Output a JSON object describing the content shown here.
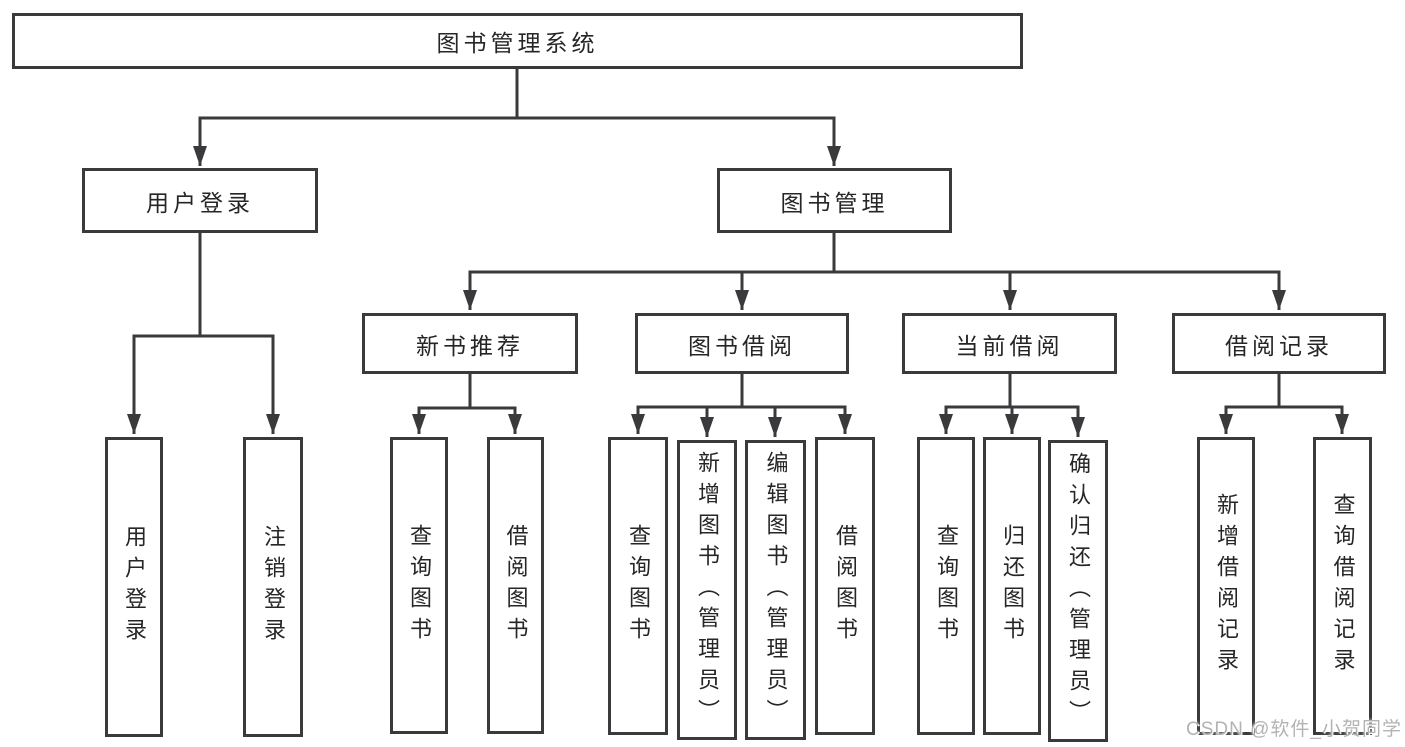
{
  "root_label": "图书管理系统",
  "branches": {
    "user": {
      "label": "用户登录",
      "leaves": [
        "用户登录",
        "注销登录"
      ]
    },
    "book": {
      "label": "图书管理",
      "sections": [
        {
          "label": "新书推荐",
          "leaves": [
            "查询图书",
            "借阅图书"
          ]
        },
        {
          "label": "图书借阅",
          "leaves": [
            "查询图书",
            "新增图书（管理员）",
            "编辑图书（管理员）",
            "借阅图书"
          ]
        },
        {
          "label": "当前借阅",
          "leaves": [
            "查询图书",
            "归还图书",
            "确认归还（管理员）"
          ]
        },
        {
          "label": "借阅记录",
          "leaves": [
            "新增借阅记录",
            "查询借阅记录"
          ]
        }
      ]
    }
  },
  "watermark": "CSDN @软件_小贺同学",
  "colors": {
    "line": "#3a3a3c",
    "box_border": "#3a3a3c",
    "text": "#262626",
    "watermark": "#b3b3b3",
    "background": "#ffffff"
  }
}
